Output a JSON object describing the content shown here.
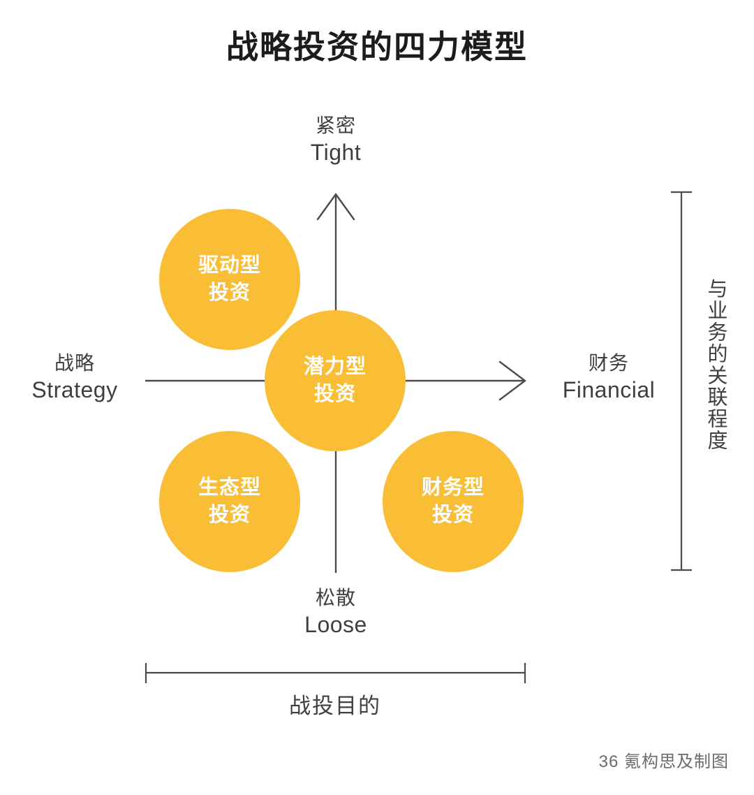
{
  "page": {
    "title": "战略投资的四力模型",
    "background_color": "#ffffff",
    "accent_color": "#f9be36",
    "text_color": "#3f3f3f"
  },
  "axes": {
    "vertical": {
      "top": {
        "cn": "紧密",
        "en": "Tight"
      },
      "bottom": {
        "cn": "松散",
        "en": "Loose"
      }
    },
    "horizontal": {
      "left": {
        "cn": "战略",
        "en": "Strategy"
      },
      "right": {
        "cn": "财务",
        "en": "Financial"
      }
    }
  },
  "bubbles": [
    {
      "id": "drive",
      "line1": "驱动型",
      "line2": "投资",
      "quadrant": "top-left"
    },
    {
      "id": "potential",
      "line1": "潜力型",
      "line2": "投资",
      "quadrant": "center"
    },
    {
      "id": "eco",
      "line1": "生态型",
      "line2": "投资",
      "quadrant": "bottom-left"
    },
    {
      "id": "finance",
      "line1": "财务型",
      "line2": "投资",
      "quadrant": "bottom-right"
    }
  ],
  "brackets": {
    "right": {
      "label": "与业务的关联程度",
      "orientation": "vertical"
    },
    "bottom": {
      "label": "战投目的",
      "orientation": "horizontal"
    }
  },
  "credit": "36 氪构思及制图"
}
